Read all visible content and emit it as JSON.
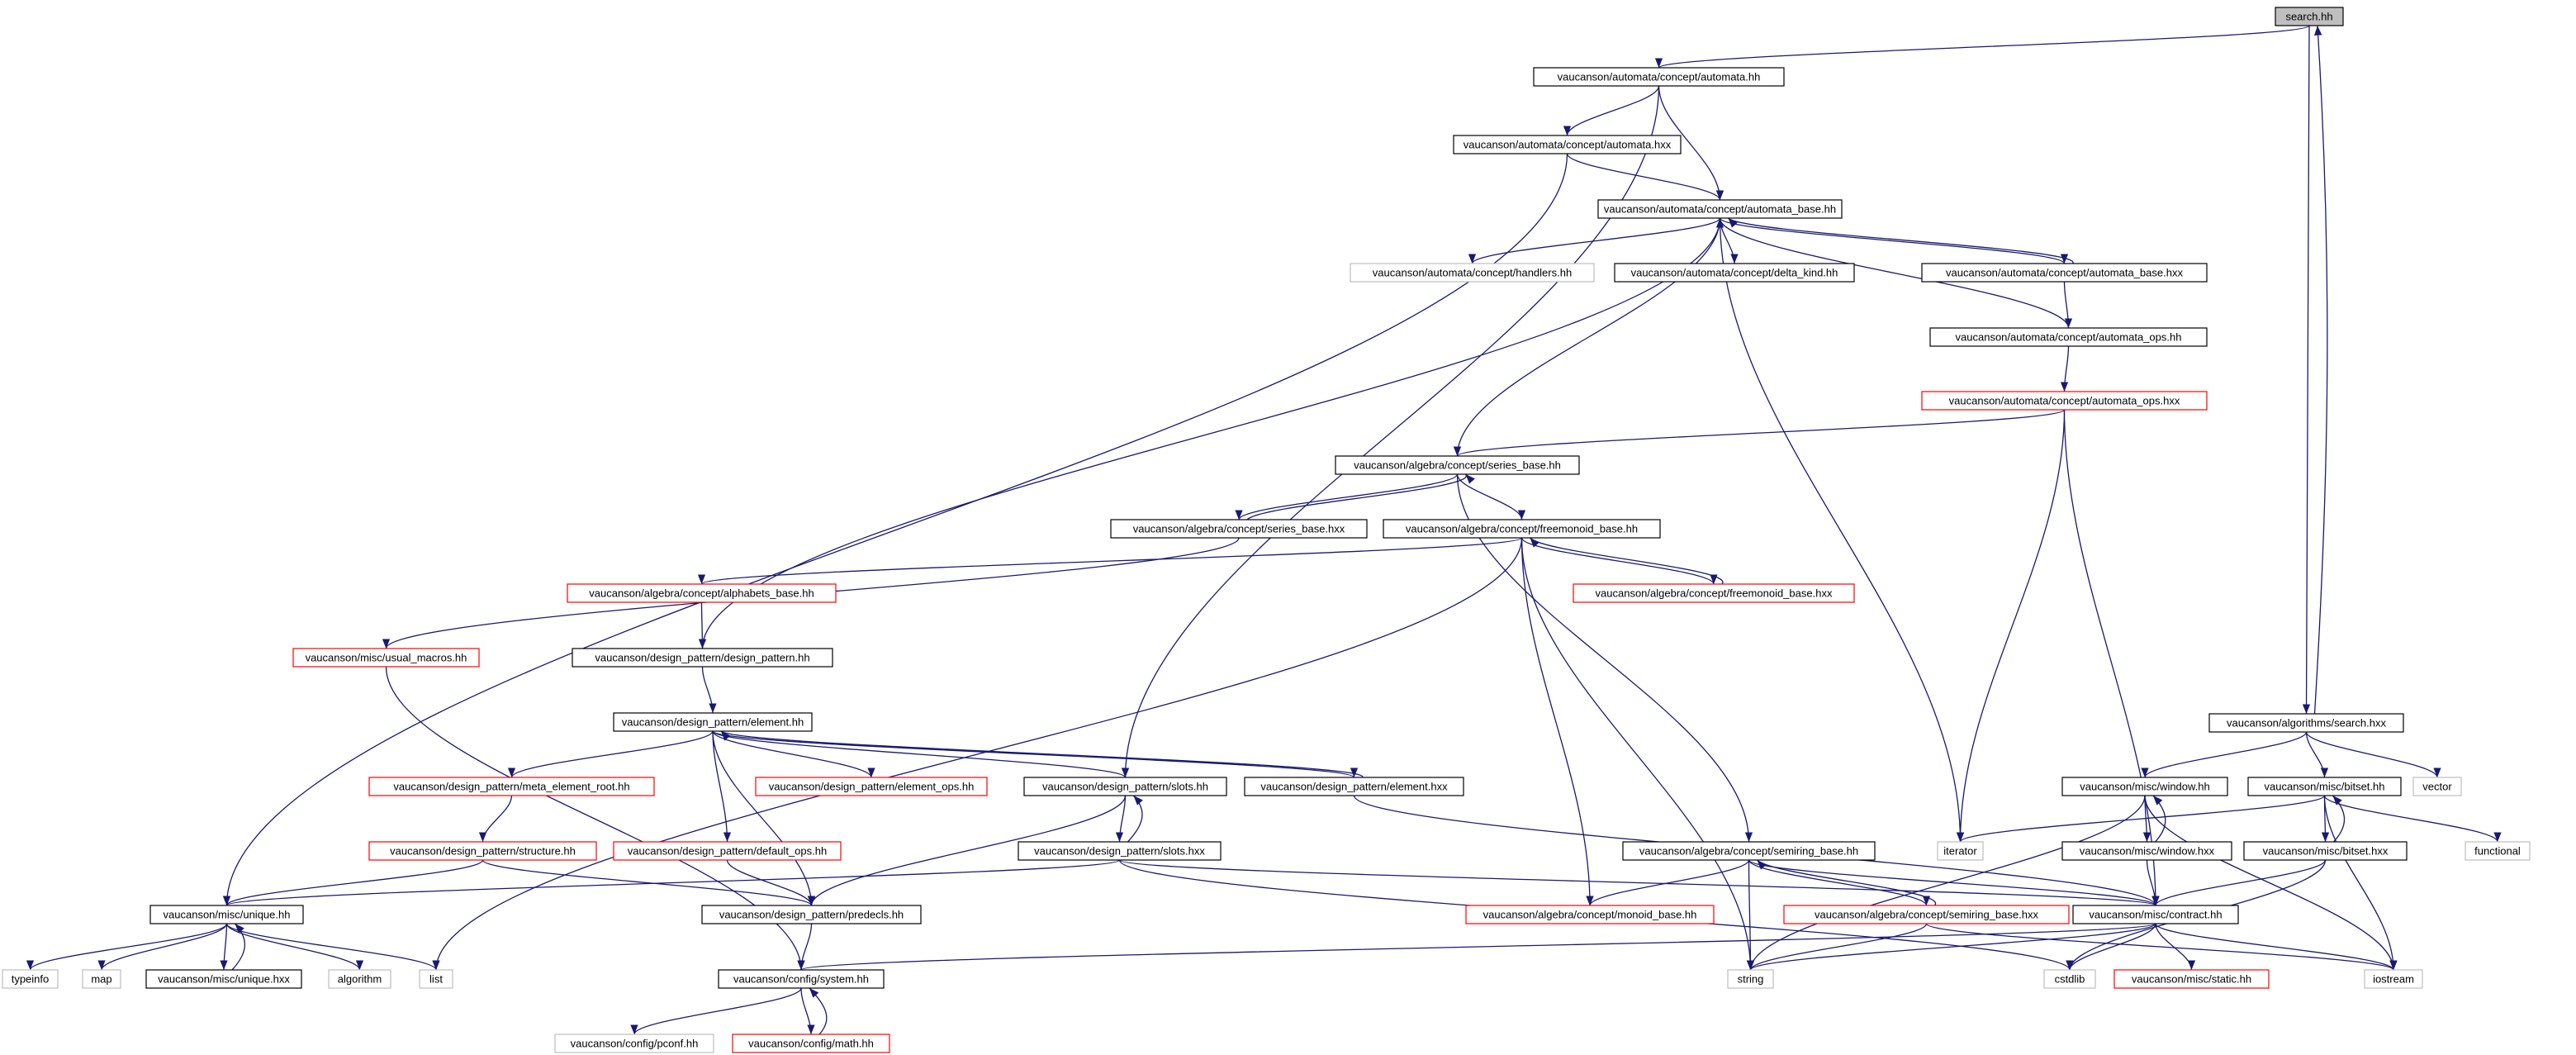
{
  "colors": {
    "edge": "#191970",
    "border_normal": "#000000",
    "border_red": "#ff0000",
    "border_gray": "#bfbfbf",
    "fill_root": "#bfbfbf",
    "fill_default": "#ffffff",
    "text": "#000000"
  },
  "nodes": [
    {
      "id": "search_hh",
      "label": "search.hh",
      "style": "root"
    },
    {
      "id": "automata_hh",
      "label": "vaucanson/automata/concept/automata.hh",
      "style": "normal"
    },
    {
      "id": "automata_hxx",
      "label": "vaucanson/automata/concept/automata.hxx",
      "style": "normal"
    },
    {
      "id": "automata_base_hh",
      "label": "vaucanson/automata/concept/automata_base.hh",
      "style": "normal"
    },
    {
      "id": "handlers_hh",
      "label": "vaucanson/automata/concept/handlers.hh",
      "style": "gray"
    },
    {
      "id": "delta_kind_hh",
      "label": "vaucanson/automata/concept/delta_kind.hh",
      "style": "normal"
    },
    {
      "id": "automata_base_hxx",
      "label": "vaucanson/automata/concept/automata_base.hxx",
      "style": "normal"
    },
    {
      "id": "automata_ops_hh",
      "label": "vaucanson/automata/concept/automata_ops.hh",
      "style": "normal"
    },
    {
      "id": "automata_ops_hxx",
      "label": "vaucanson/automata/concept/automata_ops.hxx",
      "style": "red"
    },
    {
      "id": "series_base_hh",
      "label": "vaucanson/algebra/concept/series_base.hh",
      "style": "normal"
    },
    {
      "id": "series_base_hxx",
      "label": "vaucanson/algebra/concept/series_base.hxx",
      "style": "normal"
    },
    {
      "id": "freemonoid_base_hh",
      "label": "vaucanson/algebra/concept/freemonoid_base.hh",
      "style": "normal"
    },
    {
      "id": "freemonoid_base_hxx",
      "label": "vaucanson/algebra/concept/freemonoid_base.hxx",
      "style": "red"
    },
    {
      "id": "alphabets_base_hh",
      "label": "vaucanson/algebra/concept/alphabets_base.hh",
      "style": "red"
    },
    {
      "id": "usual_macros_hh",
      "label": "vaucanson/misc/usual_macros.hh",
      "style": "red"
    },
    {
      "id": "design_pattern_hh",
      "label": "vaucanson/design_pattern/design_pattern.hh",
      "style": "normal"
    },
    {
      "id": "element_hh",
      "label": "vaucanson/design_pattern/element.hh",
      "style": "normal"
    },
    {
      "id": "meta_element_root_hh",
      "label": "vaucanson/design_pattern/meta_element_root.hh",
      "style": "red"
    },
    {
      "id": "element_ops_hh",
      "label": "vaucanson/design_pattern/element_ops.hh",
      "style": "red"
    },
    {
      "id": "slots_hh",
      "label": "vaucanson/design_pattern/slots.hh",
      "style": "normal"
    },
    {
      "id": "element_hxx",
      "label": "vaucanson/design_pattern/element.hxx",
      "style": "normal"
    },
    {
      "id": "structure_hh",
      "label": "vaucanson/design_pattern/structure.hh",
      "style": "red"
    },
    {
      "id": "default_ops_hh",
      "label": "vaucanson/design_pattern/default_ops.hh",
      "style": "red"
    },
    {
      "id": "slots_hxx",
      "label": "vaucanson/design_pattern/slots.hxx",
      "style": "normal"
    },
    {
      "id": "unique_hh",
      "label": "vaucanson/misc/unique.hh",
      "style": "normal"
    },
    {
      "id": "predecls_hh",
      "label": "vaucanson/design_pattern/predecls.hh",
      "style": "normal"
    },
    {
      "id": "typeinfo",
      "label": "typeinfo",
      "style": "gray"
    },
    {
      "id": "map",
      "label": "map",
      "style": "gray"
    },
    {
      "id": "unique_hxx",
      "label": "vaucanson/misc/unique.hxx",
      "style": "normal"
    },
    {
      "id": "algorithm",
      "label": "algorithm",
      "style": "gray"
    },
    {
      "id": "list",
      "label": "list",
      "style": "gray"
    },
    {
      "id": "system_hh",
      "label": "vaucanson/config/system.hh",
      "style": "normal"
    },
    {
      "id": "pconf_hh",
      "label": "vaucanson/config/pconf.hh",
      "style": "gray"
    },
    {
      "id": "math_hh",
      "label": "vaucanson/config/math.hh",
      "style": "red"
    },
    {
      "id": "search_hxx",
      "label": "vaucanson/algorithms/search.hxx",
      "style": "normal"
    },
    {
      "id": "window_hh",
      "label": "vaucanson/misc/window.hh",
      "style": "normal"
    },
    {
      "id": "bitset_hh",
      "label": "vaucanson/misc/bitset.hh",
      "style": "normal"
    },
    {
      "id": "vector",
      "label": "vector",
      "style": "gray"
    },
    {
      "id": "iterator",
      "label": "iterator",
      "style": "gray"
    },
    {
      "id": "window_hxx",
      "label": "vaucanson/misc/window.hxx",
      "style": "normal"
    },
    {
      "id": "bitset_hxx",
      "label": "vaucanson/misc/bitset.hxx",
      "style": "normal"
    },
    {
      "id": "functional",
      "label": "functional",
      "style": "gray"
    },
    {
      "id": "semiring_base_hh",
      "label": "vaucanson/algebra/concept/semiring_base.hh",
      "style": "normal"
    },
    {
      "id": "monoid_base_hh",
      "label": "vaucanson/algebra/concept/monoid_base.hh",
      "style": "red"
    },
    {
      "id": "semiring_base_hxx",
      "label": "vaucanson/algebra/concept/semiring_base.hxx",
      "style": "red"
    },
    {
      "id": "contract_hh",
      "label": "vaucanson/misc/contract.hh",
      "style": "normal"
    },
    {
      "id": "string",
      "label": "string",
      "style": "gray"
    },
    {
      "id": "cstdlib",
      "label": "cstdlib",
      "style": "gray"
    },
    {
      "id": "static_hh",
      "label": "vaucanson/misc/static.hh",
      "style": "red"
    },
    {
      "id": "iostream",
      "label": "iostream",
      "style": "gray"
    }
  ],
  "edges": [
    [
      "search_hh",
      "automata_hh"
    ],
    [
      "search_hh",
      "search_hxx"
    ],
    [
      "search_hxx",
      "search_hh"
    ],
    [
      "automata_hh",
      "automata_hxx"
    ],
    [
      "automata_hh",
      "automata_base_hh"
    ],
    [
      "automata_hh",
      "slots_hh"
    ],
    [
      "automata_hxx",
      "automata_base_hh"
    ],
    [
      "automata_hxx",
      "unique_hh"
    ],
    [
      "automata_base_hh",
      "handlers_hh"
    ],
    [
      "automata_base_hh",
      "delta_kind_hh"
    ],
    [
      "automata_base_hh",
      "automata_base_hxx"
    ],
    [
      "automata_base_hxx",
      "automata_base_hh"
    ],
    [
      "automata_base_hh",
      "series_base_hh"
    ],
    [
      "automata_base_hh",
      "design_pattern_hh"
    ],
    [
      "automata_base_hh",
      "iterator"
    ],
    [
      "automata_base_hxx",
      "automata_ops_hh"
    ],
    [
      "automata_ops_hh",
      "automata_base_hh"
    ],
    [
      "automata_ops_hh",
      "automata_ops_hxx"
    ],
    [
      "automata_ops_hxx",
      "series_base_hh"
    ],
    [
      "automata_ops_hxx",
      "iterator"
    ],
    [
      "automata_ops_hxx",
      "contract_hh"
    ],
    [
      "series_base_hh",
      "series_base_hxx"
    ],
    [
      "series_base_hxx",
      "series_base_hh"
    ],
    [
      "series_base_hh",
      "freemonoid_base_hh"
    ],
    [
      "series_base_hh",
      "semiring_base_hh"
    ],
    [
      "series_base_hxx",
      "usual_macros_hh"
    ],
    [
      "freemonoid_base_hh",
      "freemonoid_base_hxx"
    ],
    [
      "freemonoid_base_hxx",
      "freemonoid_base_hh"
    ],
    [
      "freemonoid_base_hh",
      "alphabets_base_hh"
    ],
    [
      "freemonoid_base_hh",
      "monoid_base_hh"
    ],
    [
      "freemonoid_base_hh",
      "string"
    ],
    [
      "freemonoid_base_hh",
      "list"
    ],
    [
      "alphabets_base_hh",
      "design_pattern_hh"
    ],
    [
      "usual_macros_hh",
      "system_hh"
    ],
    [
      "design_pattern_hh",
      "element_hh"
    ],
    [
      "element_hh",
      "meta_element_root_hh"
    ],
    [
      "element_hh",
      "element_ops_hh"
    ],
    [
      "element_hh",
      "slots_hh"
    ],
    [
      "element_hh",
      "element_hxx"
    ],
    [
      "element_hxx",
      "element_hh"
    ],
    [
      "element_hh",
      "default_ops_hh"
    ],
    [
      "element_hh",
      "predecls_hh"
    ],
    [
      "element_hxx",
      "contract_hh"
    ],
    [
      "meta_element_root_hh",
      "structure_hh"
    ],
    [
      "structure_hh",
      "unique_hh"
    ],
    [
      "structure_hh",
      "predecls_hh"
    ],
    [
      "default_ops_hh",
      "predecls_hh"
    ],
    [
      "slots_hh",
      "slots_hxx"
    ],
    [
      "slots_hxx",
      "slots_hh"
    ],
    [
      "slots_hh",
      "predecls_hh"
    ],
    [
      "slots_hxx",
      "unique_hh"
    ],
    [
      "slots_hxx",
      "contract_hh"
    ],
    [
      "slots_hxx",
      "cstdlib"
    ],
    [
      "unique_hh",
      "typeinfo"
    ],
    [
      "unique_hh",
      "map"
    ],
    [
      "unique_hh",
      "unique_hxx"
    ],
    [
      "unique_hxx",
      "unique_hh"
    ],
    [
      "unique_hh",
      "algorithm"
    ],
    [
      "unique_hh",
      "list"
    ],
    [
      "predecls_hh",
      "system_hh"
    ],
    [
      "system_hh",
      "pconf_hh"
    ],
    [
      "system_hh",
      "math_hh"
    ],
    [
      "math_hh",
      "system_hh"
    ],
    [
      "search_hxx",
      "window_hh"
    ],
    [
      "search_hxx",
      "bitset_hh"
    ],
    [
      "search_hxx",
      "vector"
    ],
    [
      "window_hh",
      "window_hxx"
    ],
    [
      "window_hxx",
      "window_hh"
    ],
    [
      "window_hh",
      "string"
    ],
    [
      "window_hh",
      "iostream"
    ],
    [
      "window_hxx",
      "contract_hh"
    ],
    [
      "bitset_hh",
      "bitset_hxx"
    ],
    [
      "bitset_hxx",
      "bitset_hh"
    ],
    [
      "bitset_hh",
      "iterator"
    ],
    [
      "bitset_hh",
      "functional"
    ],
    [
      "bitset_hh",
      "iostream"
    ],
    [
      "bitset_hxx",
      "contract_hh"
    ],
    [
      "bitset_hxx",
      "cstdlib"
    ],
    [
      "semiring_base_hh",
      "semiring_base_hxx"
    ],
    [
      "semiring_base_hxx",
      "semiring_base_hh"
    ],
    [
      "semiring_base_hh",
      "monoid_base_hh"
    ],
    [
      "semiring_base_hh",
      "string"
    ],
    [
      "semiring_base_hh",
      "contract_hh"
    ],
    [
      "semiring_base_hxx",
      "string"
    ],
    [
      "semiring_base_hxx",
      "iostream"
    ],
    [
      "contract_hh",
      "system_hh"
    ],
    [
      "contract_hh",
      "string"
    ],
    [
      "contract_hh",
      "cstdlib"
    ],
    [
      "contract_hh",
      "static_hh"
    ],
    [
      "contract_hh",
      "iostream"
    ]
  ]
}
